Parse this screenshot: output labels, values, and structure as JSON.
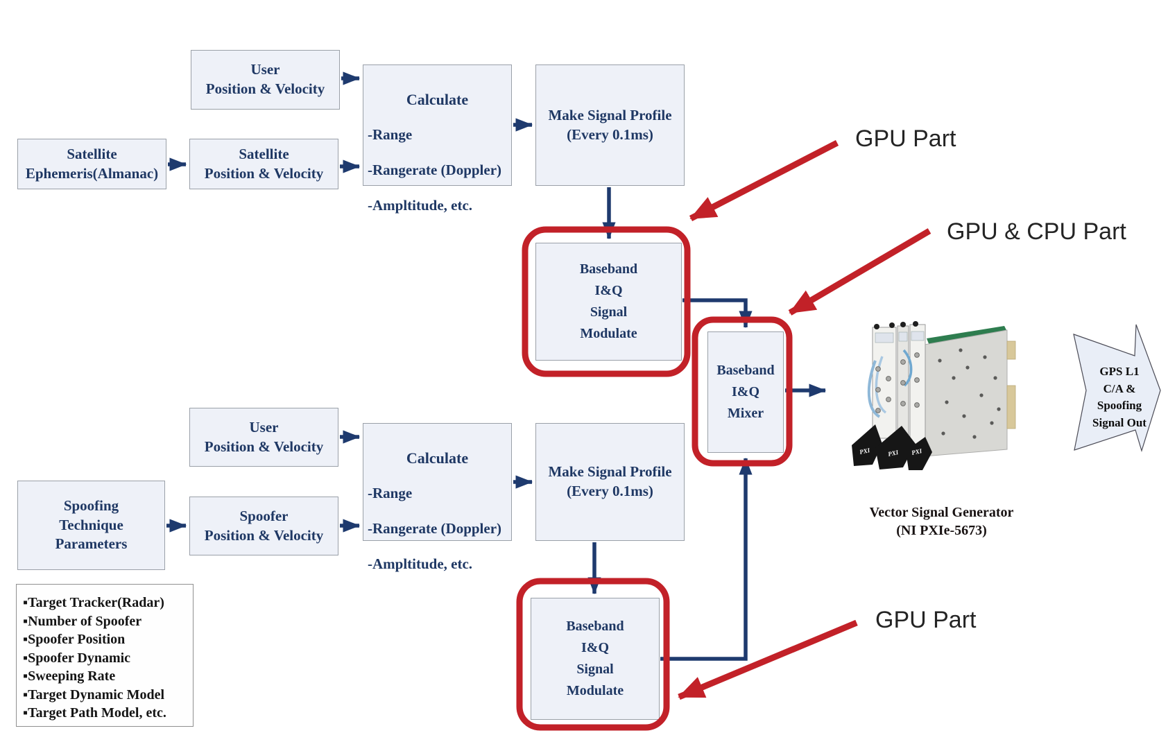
{
  "colors": {
    "navy_text": "#1f3864",
    "blue_arrow": "#1e3a6e",
    "red_annotation": "#c22128",
    "box_fill": "#eef1f8",
    "box_border": "#9aa0a8",
    "gps_arrow_fill": "#e9eef7"
  },
  "boxes": {
    "user_pv_top": "User\nPosition & Velocity",
    "satellite_ephemeris": "Satellite\nEphemeris(Almanac)",
    "satellite_pv": "Satellite\nPosition & Velocity",
    "calculate_title": "Calculate",
    "calculate_items": [
      "-Range",
      "-Rangerate (Doppler)",
      "-Ampltitude, etc."
    ],
    "make_signal_profile": "Make Signal Profile\n(Every 0.1ms)",
    "baseband_modulate": "Baseband\nI&Q\nSignal\nModulate",
    "baseband_mixer": "Baseband\nI&Q\nMixer",
    "user_pv_bottom": "User\nPosition & Velocity",
    "spoofing_params": "Spoofing\nTechnique\nParameters",
    "spoofer_pv": "Spoofer\nPosition & Velocity"
  },
  "annotations": {
    "gpu_part_top": "GPU Part",
    "gpu_cpu_part": "GPU & CPU Part",
    "gpu_part_bottom": "GPU Part"
  },
  "instrument": {
    "caption": "Vector Signal Generator\n(NI PXIe-5673)",
    "pxi_label": "PXI"
  },
  "output_arrow": "GPS L1\nC/A &\nSpoofing\nSignal Out",
  "parameter_list": {
    "items": [
      "▪Target Tracker(Radar)",
      "▪Number of Spoofer",
      "▪Spoofer Position",
      "▪Spoofer Dynamic",
      "▪Sweeping Rate",
      "▪Target Dynamic Model",
      "▪Target Path Model, etc."
    ]
  }
}
